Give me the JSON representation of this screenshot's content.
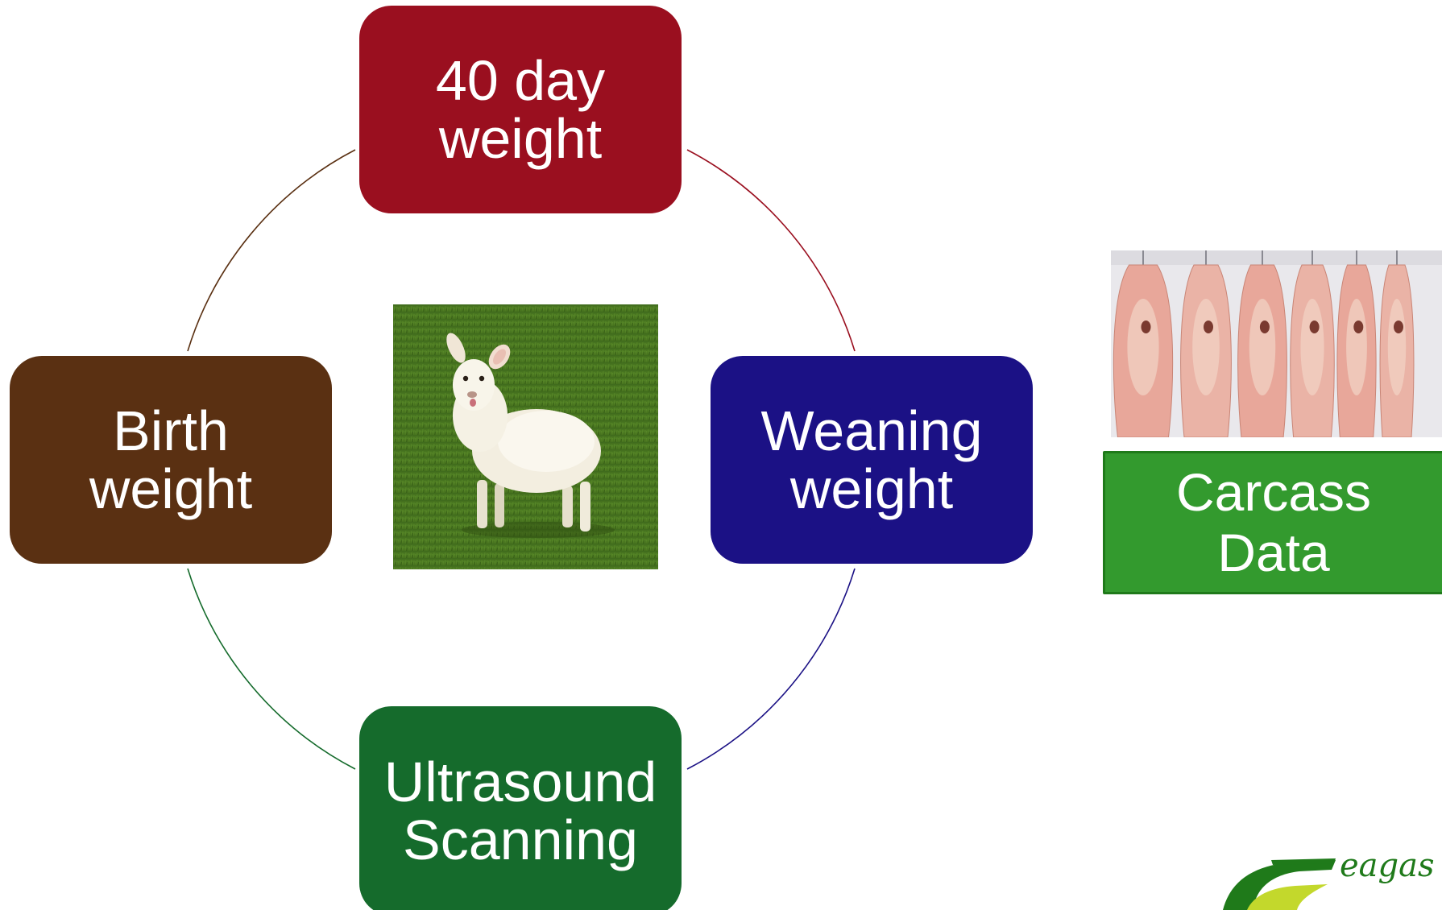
{
  "diagram": {
    "nodes": [
      {
        "id": "top",
        "lines": [
          "40 day",
          "weight"
        ],
        "color": "#9a0f1f"
      },
      {
        "id": "left",
        "lines": [
          "Birth",
          "weight"
        ],
        "color": "#5a3012"
      },
      {
        "id": "right",
        "lines": [
          "Weaning",
          "weight"
        ],
        "color": "#1b1185"
      },
      {
        "id": "bottom",
        "lines": [
          "Ultrasound",
          "Scanning"
        ],
        "color": "#156b2c"
      }
    ],
    "connectors": [
      {
        "from": "left",
        "to": "top",
        "color": "#5a3012"
      },
      {
        "from": "top",
        "to": "right",
        "color": "#9a0f1f"
      },
      {
        "from": "right",
        "to": "bottom",
        "color": "#1b1185"
      },
      {
        "from": "bottom",
        "to": "left",
        "color": "#156b2c"
      }
    ],
    "center_image": "lamb-photo"
  },
  "side_panel": {
    "image": "carcass-photo",
    "label_lines": [
      "Carcass",
      "Data"
    ],
    "color": "#339a2e"
  },
  "logo": {
    "text": "eagas",
    "color": "#1f7a1a",
    "accent": "#c3d82c"
  }
}
